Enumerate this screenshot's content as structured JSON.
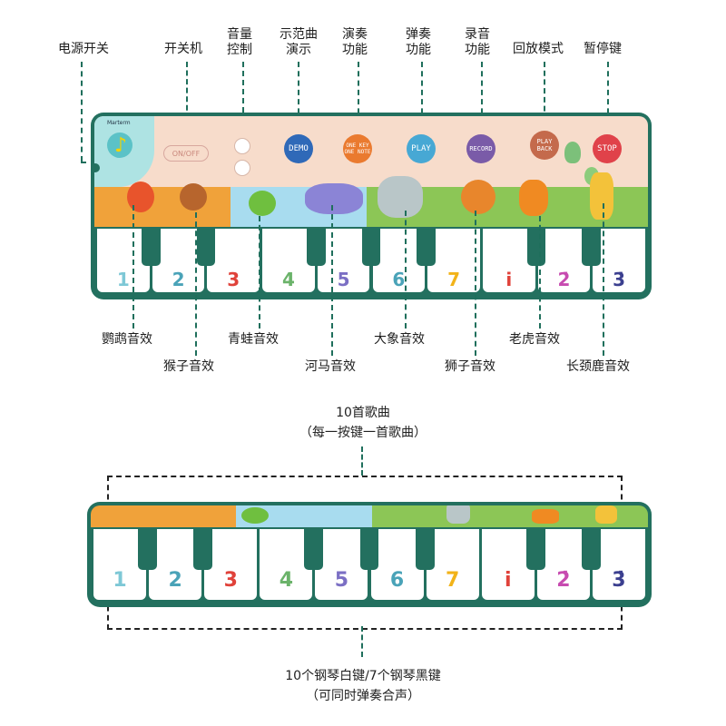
{
  "top_labels": {
    "power_switch": "电源开关",
    "on_off": "开关机",
    "volume": "音量\n控制",
    "demo": "示范曲\n演示",
    "perform": "演奏\n功能",
    "play": "弹奏\n功能",
    "record": "录音\n功能",
    "playback": "回放模式",
    "pause": "暂停键"
  },
  "bottom_labels": {
    "parrot": "鹦鹉音效",
    "monkey": "猴子音效",
    "frog": "青蛙音效",
    "hippo": "河马音效",
    "elephant": "大象音效",
    "lion": "狮子音效",
    "tiger": "老虎音效",
    "giraffe": "长颈鹿音效"
  },
  "mat": {
    "brand": "Marterm",
    "on_off_button": "ON/OFF",
    "buttons": {
      "demo": "DEMO",
      "one_key": "ONE KEY\nONE NOTE",
      "play": "PLAY",
      "record": "RECORD",
      "playback": "PLAY\nBACK",
      "stop": "STOP"
    },
    "key_numbers": [
      "1",
      "2",
      "3",
      "4",
      "5",
      "6",
      "7",
      "i",
      "2̇",
      "3̇"
    ],
    "key_colors": [
      "#7ec8d6",
      "#4aa3b8",
      "#e0423a",
      "#6bb36a",
      "#7b6fc4",
      "#4aa3b8",
      "#f2b319",
      "#e0423a",
      "#c74bb0",
      "#3b3f8f"
    ]
  },
  "songs_caption": "10首歌曲\n（每一按键一首歌曲）",
  "keys_caption": "10个钢琴白键/7个钢琴黑键\n（可同时弹奏合声）"
}
